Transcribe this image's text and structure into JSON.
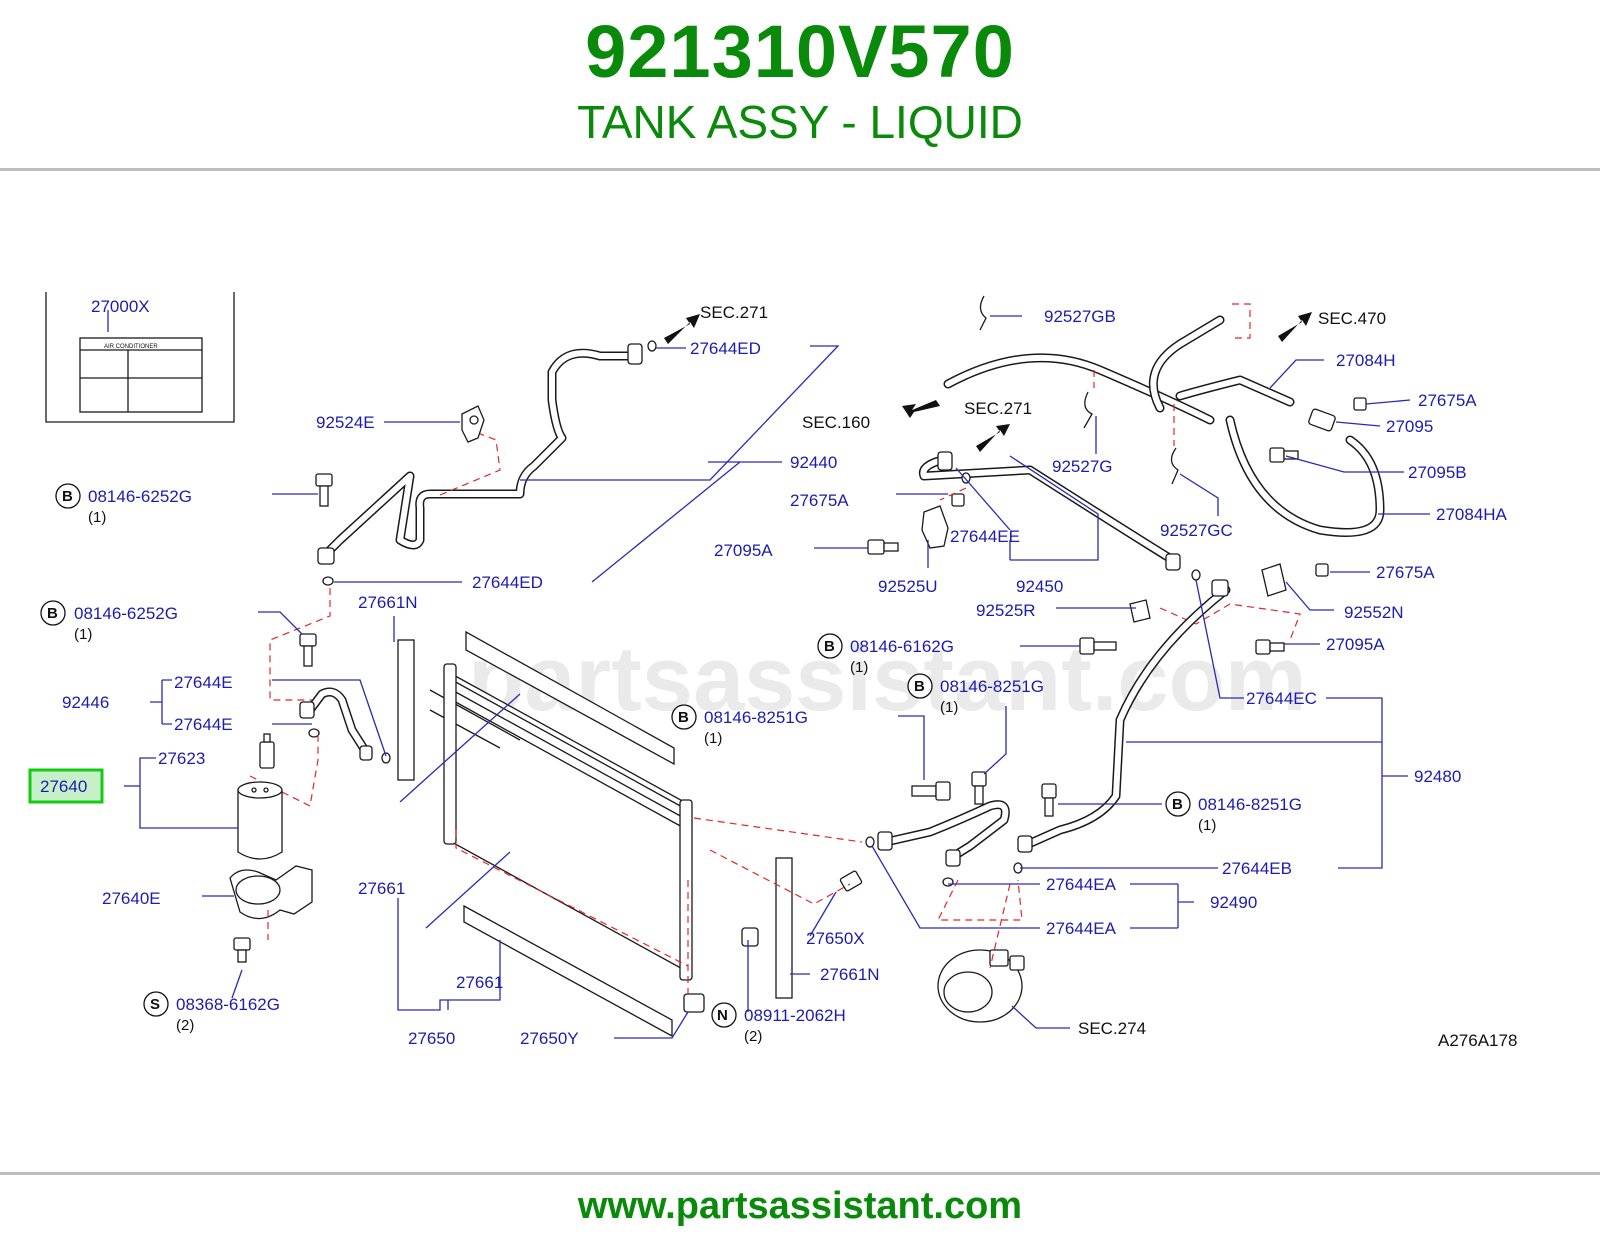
{
  "header": {
    "part_number": "921310V570",
    "part_name": "TANK ASSY - LIQUID"
  },
  "footer": {
    "url": "www.partsassistant.com"
  },
  "watermark": "partsassistant.com",
  "colors": {
    "brand_green": "#0a8a0a",
    "label_blue": "#1c1cb0",
    "dash_red": "#e0282b",
    "highlight_green": "#11cc11"
  },
  "diagram": {
    "code": "A276A178",
    "highlighted_part": "27640",
    "labels": {
      "p27000x": "27000X",
      "label_air_conditioner": "AIR      CONDITIONER",
      "p92524e": "92524E",
      "p08146_6252g_a": "08146-6252G",
      "q1_a": "(1)",
      "p08146_6252g_b": "08146-6252G",
      "q1_b": "(1)",
      "p27644ed_a": "27644ED",
      "p27644ed_b": "27644ED",
      "sec271_a": "SEC.271",
      "p92440": "92440",
      "p27661n_a": "27661N",
      "p92446": "92446",
      "p27644e_a": "27644E",
      "p27644e_b": "27644E",
      "p27623": "27623",
      "p27640": "27640",
      "p27640e": "27640E",
      "p08368_6162g": "08368-6162G",
      "q2_s": "(2)",
      "p27661_a": "27661",
      "p27661_b": "27661",
      "p27650": "27650",
      "p27650y": "27650Y",
      "p08146_8251g_a": "08146-8251G",
      "q1_c": "(1)",
      "p08911_2062h": "08911-2062H",
      "q2_n": "(2)",
      "p27650x": "27650X",
      "p27661n_b": "27661N",
      "sec160": "SEC.160",
      "sec271_b": "SEC.271",
      "p27675a_a": "27675A",
      "p27095a_a": "27095A",
      "p27644ee": "27644EE",
      "p92525u": "92525U",
      "p92450": "92450",
      "p92525r": "92525R",
      "p08146_6162g": "08146-6162G",
      "q1_d": "(1)",
      "p08146_8251g_b": "08146-8251G",
      "q1_e": "(1)",
      "p92527gb": "92527GB",
      "p92527g": "92527G",
      "p92527gc": "92527GC",
      "sec470": "SEC.470",
      "p27084h": "27084H",
      "p27675a_b": "27675A",
      "p27095": "27095",
      "p27095b": "27095B",
      "p27084ha": "27084HA",
      "p27675a_c": "27675A",
      "p92552n": "92552N",
      "p27095a_b": "27095A",
      "p27644ec": "27644EC",
      "p92480": "92480",
      "p08146_8251g_c": "08146-8251G",
      "q1_f": "(1)",
      "p27644eb": "27644EB",
      "p27644ea_a": "27644EA",
      "p92490": "92490",
      "p27644ea_b": "27644EA",
      "sec274": "SEC.274",
      "circle_b": "B",
      "circle_s": "S",
      "circle_n": "N"
    }
  }
}
